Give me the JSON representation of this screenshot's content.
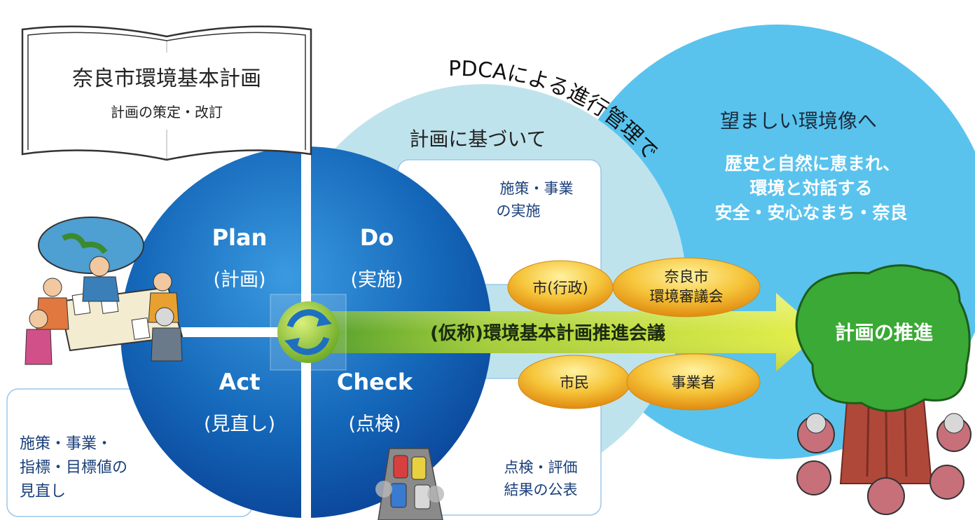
{
  "book": {
    "title": "奈良市環境基本計画",
    "subtitle": "計画の策定・改訂"
  },
  "arc_text": "PDCAによる進行管理で",
  "based_on_label": "計画に基づいて",
  "vision": {
    "heading": "望ましい環境像へ",
    "lines": [
      "歴史と自然に恵まれ、",
      "環境と対話する",
      "安全・安心なまち・奈良"
    ]
  },
  "cycle": {
    "plan": {
      "label": "Plan",
      "sub": "(計画)"
    },
    "do": {
      "label": "Do",
      "sub": "(実施)"
    },
    "act": {
      "label": "Act",
      "sub": "(見直し)"
    },
    "check": {
      "label": "Check",
      "sub": "(点検)"
    },
    "cycle_icon": "refresh-cycle-icon"
  },
  "boxes": {
    "do_box": [
      "施策・事業",
      "の実施"
    ],
    "check_box": [
      "点検・評価",
      "結果の公表"
    ],
    "act_box": [
      "施策・事業・",
      "指標・目標値の",
      "見直し"
    ]
  },
  "arrow_label": "(仮称)環境基本計画推進会議",
  "ovals": {
    "city": "市(行政)",
    "council": [
      "奈良市",
      "環境審議会"
    ],
    "citizens": "市民",
    "business": "事業者"
  },
  "tree_label": "計画の推進",
  "colors": {
    "deep_blue": "#0a4ea2",
    "mid_blue": "#1f7fd0",
    "light_blue_circle": "#bfe3ec",
    "sky_circle": "#59c3ee",
    "arrow_green": "#8dc21f",
    "oval_orange": "#f0a020",
    "tree_green": "#3aa935",
    "trunk_brown": "#b0483a"
  },
  "images": {
    "meeting_illustration": "meeting-people-icon",
    "traffic_illustration": "traffic-cars-icon",
    "people_circle": "people-ring-icon"
  }
}
